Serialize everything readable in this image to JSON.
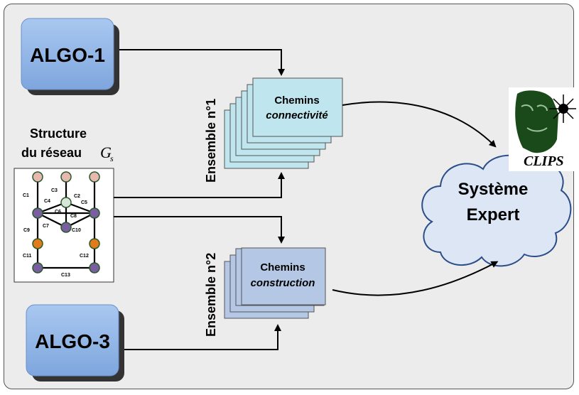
{
  "algo1": {
    "label": "ALGO-1"
  },
  "algo3": {
    "label": "ALGO-3"
  },
  "structure": {
    "line1": "Structure",
    "line2": "du réseau",
    "symbol": "G",
    "subscript": "s"
  },
  "ensemble1": {
    "label": "Ensemble n°1",
    "title": "Chemins",
    "subtitle": "connectivité"
  },
  "ensemble2": {
    "label": "Ensemble n°2",
    "title": "Chemins",
    "subtitle": "construction"
  },
  "expert": {
    "line1": "Système",
    "line2": "Expert"
  },
  "clips": {
    "label": "CLIPS"
  },
  "network": {
    "edge_labels": [
      "C1",
      "C2",
      "C3",
      "C4",
      "C5",
      "C6",
      "C7",
      "C8",
      "C9",
      "C10",
      "C11",
      "C12",
      "C13"
    ]
  },
  "colors": {
    "algo_fill": "#8fb5e8",
    "stack1_fill": "#bfe6ee",
    "stack2_fill": "#b4c8e6",
    "cloud_fill": "#dce6f5",
    "node_pink": "#e8b8b0",
    "node_purple": "#7a5fa0",
    "node_orange": "#e07a1a",
    "node_light": "#d8e6d8"
  }
}
